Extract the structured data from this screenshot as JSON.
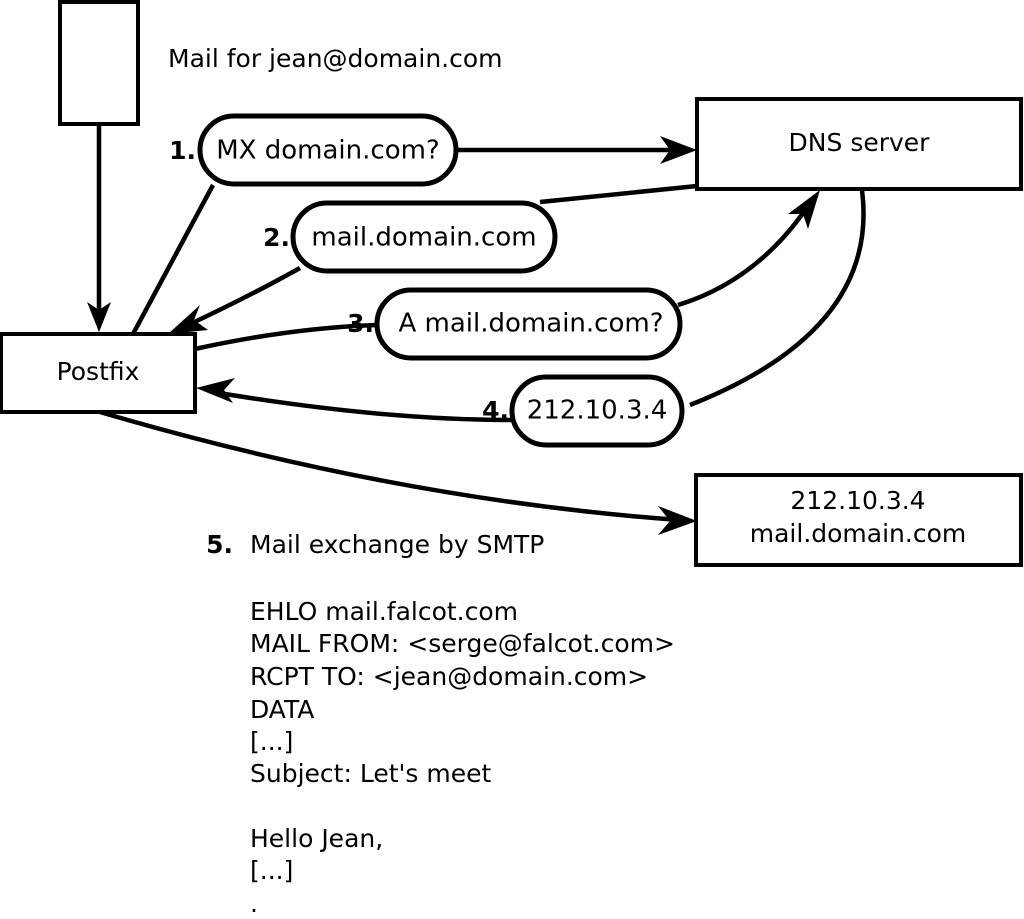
{
  "diagram": {
    "heading": "Mail for jean@domain.com",
    "nodes": [
      {
        "id": "sender",
        "label": "",
        "shape": "rect"
      },
      {
        "id": "postfix",
        "label": "Postfix",
        "shape": "rect"
      },
      {
        "id": "dns",
        "label": "DNS server",
        "shape": "rect"
      },
      {
        "id": "target",
        "label_line1": "212.10.3.4",
        "label_line2": "mail.domain.com",
        "shape": "rect"
      }
    ],
    "steps": [
      {
        "num": "1.",
        "text": "MX domain.com?"
      },
      {
        "num": "2.",
        "text": "mail.domain.com"
      },
      {
        "num": "3.",
        "text": "A mail.domain.com?"
      },
      {
        "num": "4.",
        "text": "212.10.3.4"
      }
    ],
    "step5": {
      "num": "5.",
      "text": "Mail exchange by SMTP"
    },
    "transcript": [
      "EHLO mail.falcot.com",
      "MAIL FROM: <serge@falcot.com>",
      "RCPT TO: <jean@domain.com>",
      "DATA",
      "[...]",
      "Subject: Let's meet",
      "",
      "Hello Jean,",
      "[...]",
      "."
    ]
  },
  "colors": {
    "stroke": "#000000",
    "fill": "#ffffff",
    "text": "#000000"
  }
}
